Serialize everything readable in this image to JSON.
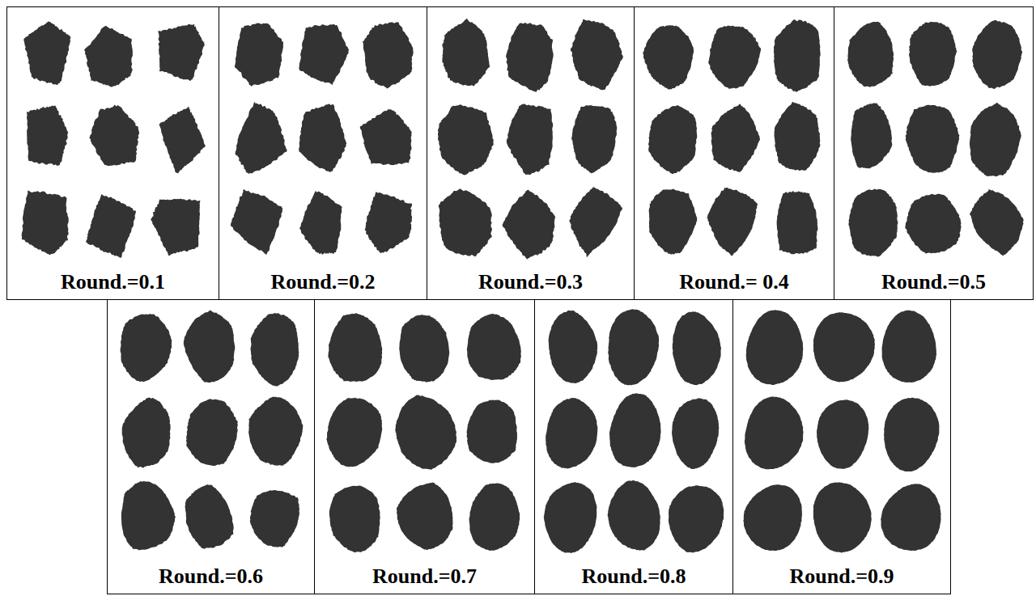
{
  "diagram": {
    "nodes": [
      {
        "text": [
          "Round.=0.1"
        ]
      },
      {
        "text": [
          "Round.=0.2"
        ]
      },
      {
        "text": [
          "Round.=0.3"
        ]
      },
      {
        "text": [
          "Round.= 0.4"
        ]
      },
      {
        "text": [
          "Round.=0.5"
        ]
      },
      {
        "text": [
          "Round.=0.6"
        ]
      },
      {
        "text": [
          "Round.=0.7"
        ]
      },
      {
        "text": [
          "Round.=0.8"
        ]
      },
      {
        "text": [
          "Round.=0.9"
        ]
      }
    ]
  }
}
